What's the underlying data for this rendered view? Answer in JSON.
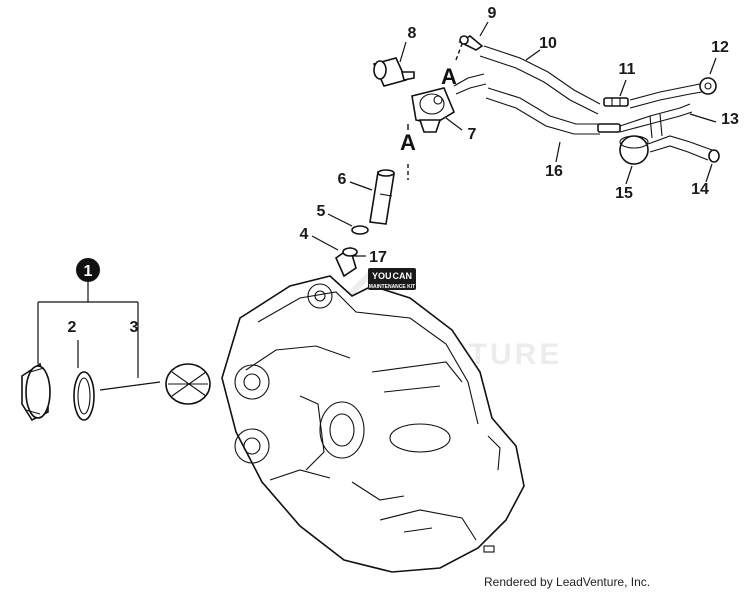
{
  "callouts": {
    "c1": "1",
    "c2": "2",
    "c3": "3",
    "c4": "4",
    "c5": "5",
    "c6": "6",
    "c7": "7",
    "c8": "8",
    "c9": "9",
    "c10": "10",
    "c11": "11",
    "c12": "12",
    "c13": "13",
    "c14": "14",
    "c15": "15",
    "c16": "16",
    "c17": "17"
  },
  "section_markers": {
    "upper": "A",
    "lower": "A"
  },
  "kit_badge": {
    "line1": "YOU",
    "line2": "CAN",
    "line3": "MAINTENANCE KIT"
  },
  "watermark": "VENTURE",
  "credit": "Rendered by LeadVenture, Inc.",
  "colors": {
    "line": "#111111",
    "badge": "#1a1a1a",
    "watermark": "#ececec"
  }
}
